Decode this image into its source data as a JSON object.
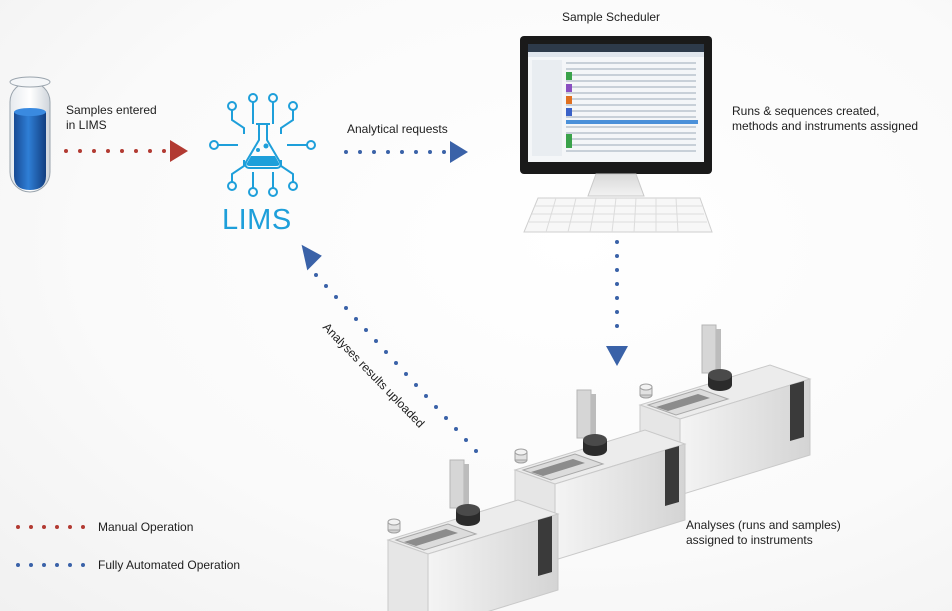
{
  "labels": {
    "samples_entered": "Samples entered\nin LIMS",
    "lims": "LIMS",
    "analytical_requests": "Analytical requests",
    "sample_scheduler": "Sample Scheduler",
    "runs_sequences": "Runs & sequences created,\nmethods and instruments assigned",
    "analyses_uploaded": "Analyses results uploaded",
    "analyses_assigned": "Analyses (runs and samples)\nassigned to instruments"
  },
  "legend": {
    "manual": "Manual Operation",
    "automated": "Fully Automated Operation"
  },
  "colors": {
    "manual": "#b23a32",
    "automated": "#3a62a8",
    "lims_blue": "#1e9fda",
    "tube_liquid": "#1f5fb0"
  },
  "icons": [
    "test-tube-icon",
    "lims-flask-icon",
    "computer-monitor-icon",
    "keyboard-icon",
    "instrument-icon"
  ]
}
